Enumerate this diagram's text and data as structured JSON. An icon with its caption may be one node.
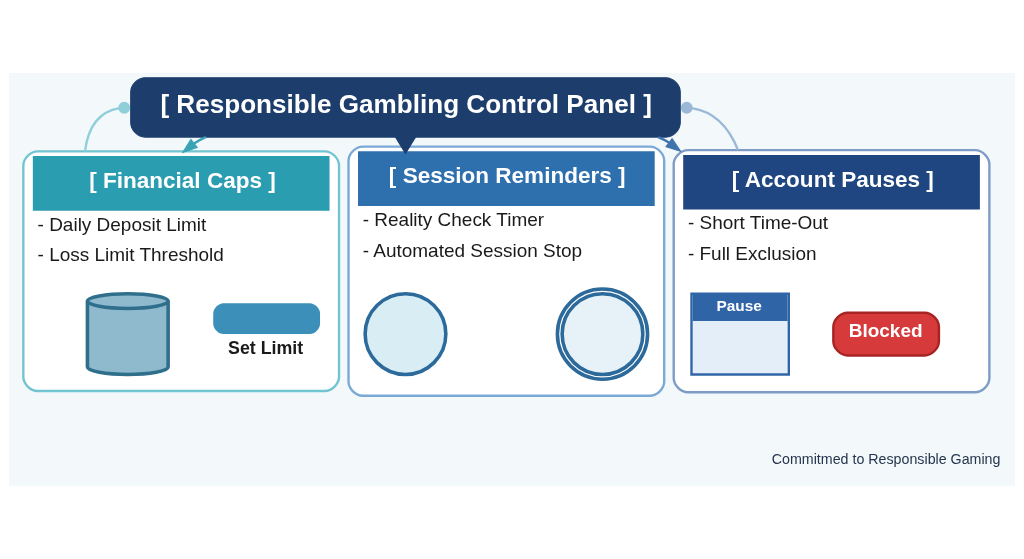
{
  "diagram": {
    "nodes": [
      {
        "text": [
          "[ Responsible Gambling Control Panel ]"
        ]
      },
      {
        "text": [
          "[ Financial Caps ]",
          "- Daily Deposit Limit",
          "- Loss Limit Threshold"
        ]
      },
      {
        "text": [],
        "shape": "cylinder",
        "in": 1
      },
      {
        "text": [
          "Set Limit"
        ],
        "in": 1
      },
      {
        "text": [
          "[ Session Reminders ]",
          "- Reality Check Timer",
          "- Automated Session Stop"
        ]
      },
      {
        "text": [],
        "shape": "circle",
        "in": 4
      },
      {
        "text": [],
        "shape": "circle",
        "in": 4
      },
      {
        "text": [
          "[ Account Pauses ]",
          "- Short Time-Out",
          "- Full Exclusion"
        ]
      },
      {
        "text": [
          "Pause"
        ],
        "in": 7
      },
      {
        "text": [
          "Blocked"
        ],
        "in": 7
      }
    ],
    "edges": [
      {
        "from": 0,
        "to": 1,
        "arrow": "to",
        "color": "#3aa3b5"
      },
      {
        "from": 0,
        "to": 4,
        "arrow": "to",
        "style": "thick",
        "color": "#1d3e6d"
      },
      {
        "from": 0,
        "to": 7,
        "arrow": "to",
        "color": "#3f74ad"
      },
      {
        "from": 0,
        "to": 1,
        "arrow": "other",
        "color": "#8fcfd9"
      },
      {
        "from": 0,
        "to": 7,
        "arrow": "other",
        "color": "#9bb8d6"
      }
    ],
    "labels": [
      "Commitmed to Responsible Gaming"
    ]
  }
}
